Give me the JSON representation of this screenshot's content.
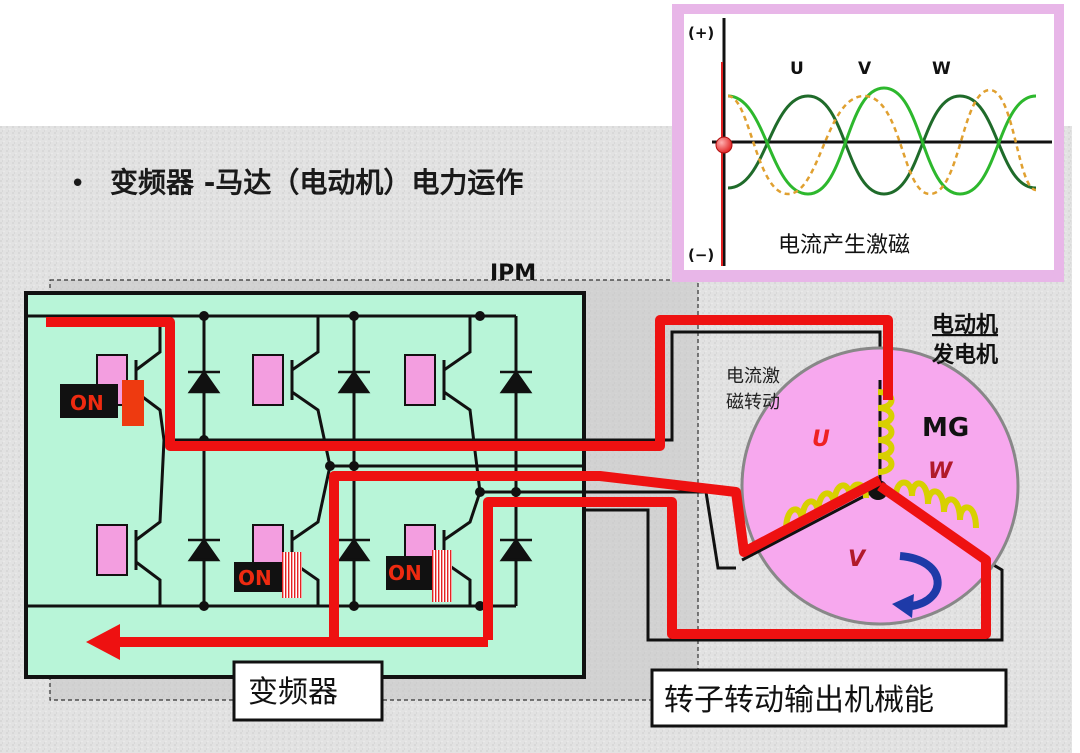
{
  "slide": {
    "bullet": "•",
    "title": "变频器 -马达（电动机）电力运作"
  },
  "waveform": {
    "plus_label": "(+)",
    "minus_label": "(−)",
    "phase_u": "U",
    "phase_v": "V",
    "phase_w": "W",
    "caption": "电流产生激磁",
    "colors": {
      "u": "#1f6b2a",
      "v": "#2db82d",
      "w": "#e0a030",
      "frame": "#e8b6e8"
    }
  },
  "ipm": {
    "label": "IPM",
    "switch_on_label": "ON"
  },
  "inverter": {
    "label": "变频器"
  },
  "motor": {
    "title_line1": "电动机",
    "title_line2": "发电机",
    "excite_line1": "电流激",
    "excite_line2": "磁转动",
    "name": "MG",
    "coil_u": "U",
    "coil_v": "V",
    "coil_w": "W",
    "output_label": "转子转动输出机械能"
  }
}
